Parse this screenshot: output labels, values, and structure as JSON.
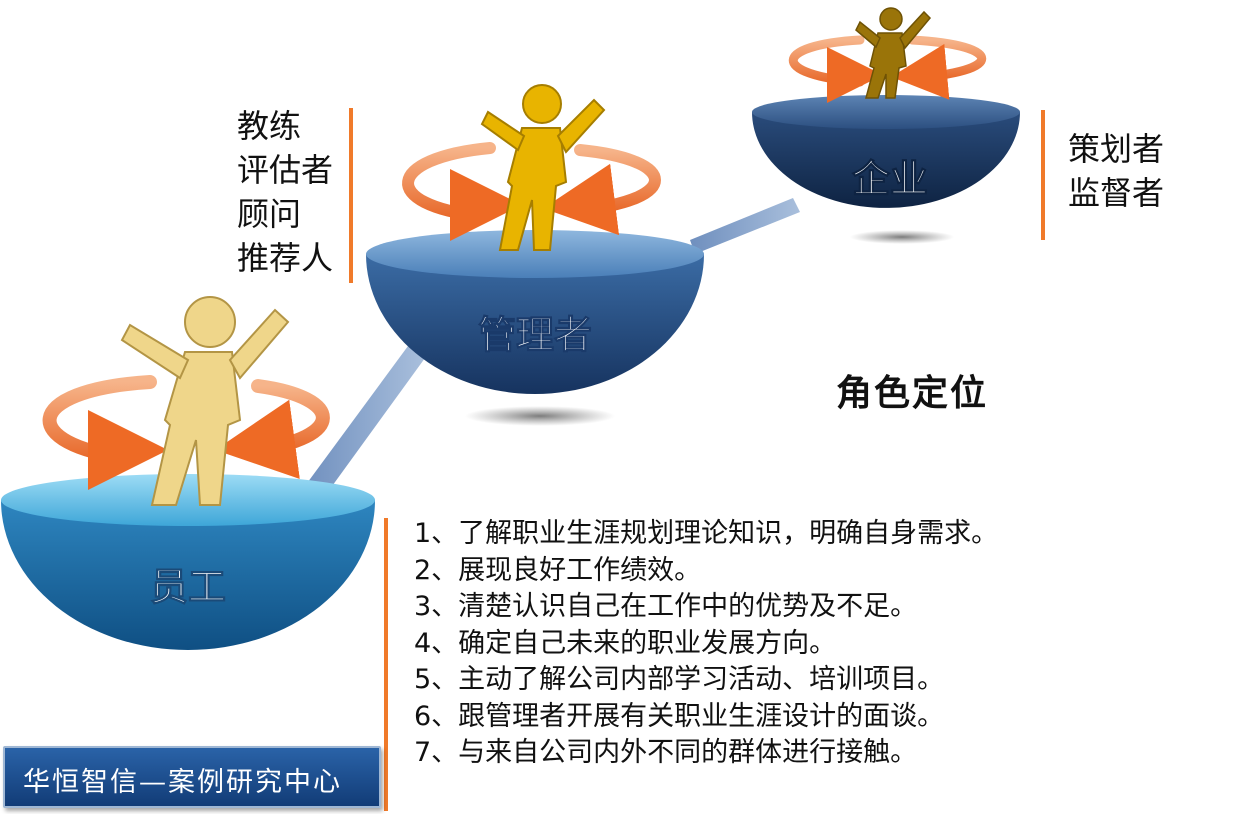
{
  "bowls": {
    "employee": "员工",
    "manager": "管理者",
    "company": "企业"
  },
  "manager_roles": [
    "教练",
    "评估者",
    "顾问",
    "推荐人"
  ],
  "company_roles": [
    "策划者",
    "监督者"
  ],
  "section_title": "角色定位",
  "employee_steps": [
    "1、了解职业生涯规划理论知识，明确自身需求。",
    "2、展现良好工作绩效。",
    "3、清楚认识自己在工作中的优势及不足。",
    "4、确定自己未来的职业发展方向。",
    "5、主动了解公司内部学习活动、培训项目。",
    "6、跟管理者开展有关职业生涯设计的面谈。",
    "7、与来自公司内外不同的群体进行接触。"
  ],
  "footer": "华恒智信—案例研究中心",
  "colors": {
    "accent_bar": "#f07a2a",
    "employee_bowl": "#3a8fc4",
    "manager_bowl": "#3d6ea8",
    "company_bowl": "#1e3f6e",
    "employee_figure": "#f0d98a",
    "manager_figure": "#e6b800",
    "company_figure": "#9c7408",
    "footer_bg": "#1e4f92"
  }
}
